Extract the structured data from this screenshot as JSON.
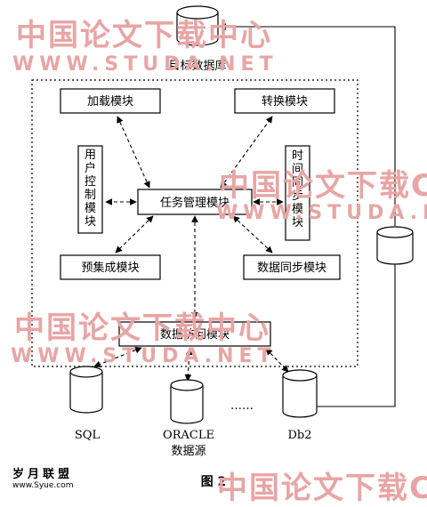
{
  "watermark": {
    "text": "中国论文下载中心",
    "url": "WWW.STUDA.NET",
    "text_partial": "中国论文下载C",
    "url_partial": "WWW.STUDA.I",
    "color": "#e8a5a5"
  },
  "diagram": {
    "target_db": "目标数据库",
    "modules": {
      "load": "加载模块",
      "convert": "转换模块",
      "user_control": "用户控制模块",
      "task_mgmt": "任务管理模块",
      "time_sync": "时间同步模块",
      "pre_collect": "预集成模块",
      "data_sync": "数据同步模块",
      "data_access": "数据访问模块"
    },
    "sources": {
      "sql": "SQL",
      "oracle_line1": "ORACLE",
      "oracle_line2": "数据源",
      "db2": "Db2",
      "ellipsis": "……"
    },
    "caption": "图 2"
  },
  "site_logo": {
    "name": "岁月联盟",
    "url": "www.Syue.com"
  }
}
